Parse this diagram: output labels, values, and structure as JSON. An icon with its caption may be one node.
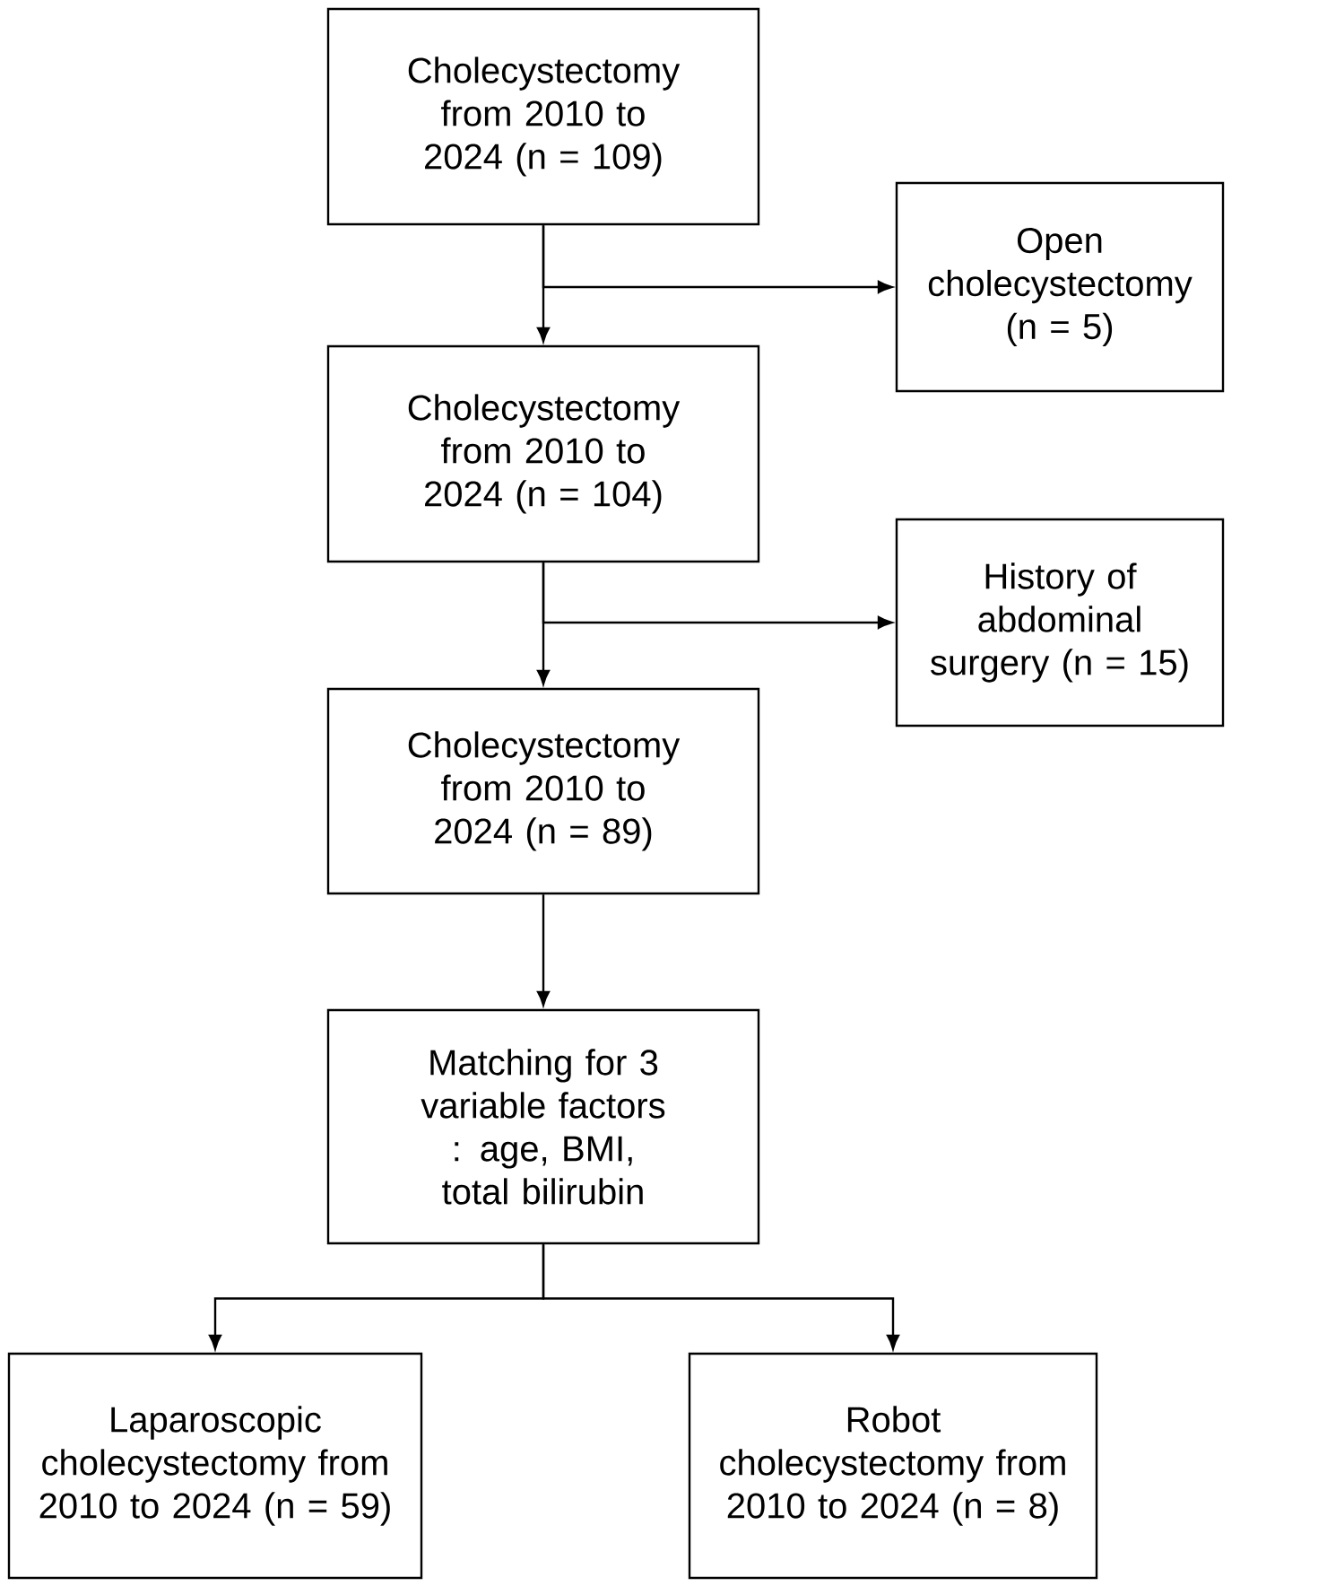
{
  "diagram": {
    "nodes": [
      {
        "text": [
          "Cholecystectomy from 2010 to 2024 (n = 109)"
        ]
      },
      {
        "text": [
          "Open cholecystectomy (n = 5)"
        ]
      },
      {
        "text": [
          "Cholecystectomy from 2010 to 2024 (n = 104)"
        ]
      },
      {
        "text": [
          "History of abdominal surgery (n = 15)"
        ]
      },
      {
        "text": [
          "Cholecystectomy from 2010 to 2024 (n = 89)"
        ]
      },
      {
        "text": [
          "Matching for 3 variable factors : age, BMI, total bilirubin"
        ]
      },
      {
        "text": [
          "Laparoscopic cholecystectomy from 2010 to 2024 (n = 59)"
        ]
      },
      {
        "text": [
          "Robot cholecystectomy from 2010 to 2024 (n = 8)"
        ]
      }
    ],
    "edges": [
      {
        "from": 0,
        "to": 2,
        "arrow": "to"
      },
      {
        "from": 0,
        "to": 1,
        "arrow": "to"
      },
      {
        "from": 2,
        "to": 4,
        "arrow": "to"
      },
      {
        "from": 2,
        "to": 3,
        "arrow": "to"
      },
      {
        "from": 4,
        "to": 5,
        "arrow": "to"
      },
      {
        "from": 5,
        "to": 6,
        "arrow": "to"
      },
      {
        "from": 5,
        "to": 7,
        "arrow": "to"
      }
    ]
  }
}
